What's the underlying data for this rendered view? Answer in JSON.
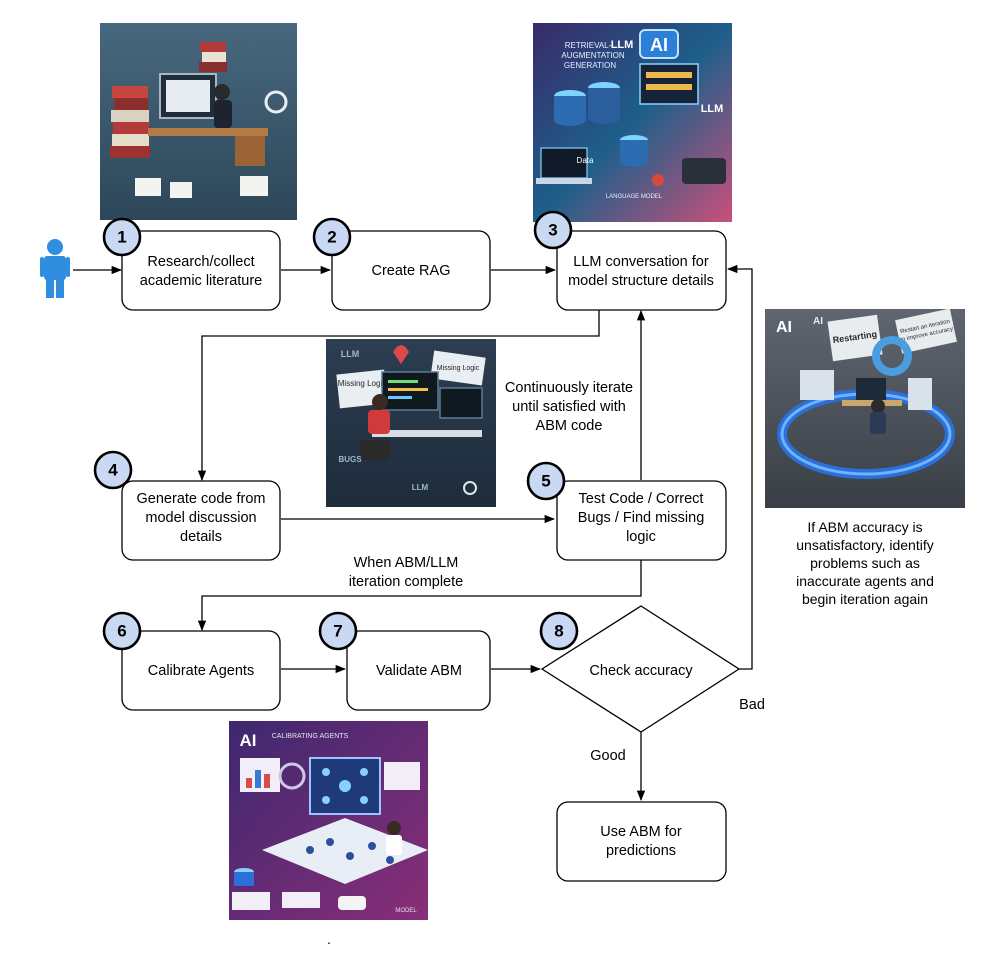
{
  "nodes": {
    "n1": {
      "num": "1",
      "lines": [
        "Research/collect",
        "academic literature"
      ]
    },
    "n2": {
      "num": "2",
      "lines": [
        "Create RAG"
      ]
    },
    "n3": {
      "num": "3",
      "lines": [
        "LLM conversation for",
        "model structure details"
      ]
    },
    "n4": {
      "num": "4",
      "lines": [
        "Generate code from",
        "model discussion",
        "details"
      ]
    },
    "n5": {
      "num": "5",
      "lines": [
        "Test Code / Correct",
        "Bugs / Find missing",
        "logic"
      ]
    },
    "n6": {
      "num": "6",
      "lines": [
        "Calibrate Agents"
      ]
    },
    "n7": {
      "num": "7",
      "lines": [
        "Validate ABM"
      ]
    },
    "n8": {
      "num": "8",
      "lines": [
        "Check accuracy"
      ]
    },
    "n9": {
      "lines": [
        "Use ABM for",
        "predictions"
      ]
    }
  },
  "edge_labels": {
    "iterate": [
      "Continuously iterate",
      "until satisfied with",
      "ABM code"
    ],
    "complete": [
      "When ABM/LLM",
      "iteration complete"
    ],
    "good": "Good",
    "bad": "Bad"
  },
  "note": [
    "If ABM accuracy  is",
    "unsatisfactory, identify",
    "problems such as",
    "inaccurate agents and",
    "begin iteration again"
  ],
  "illustrations": {
    "top_left": {
      "texts": []
    },
    "top_right": {
      "texts": [
        "RETRIEVAL-",
        "AUGMENTATION",
        "GENERATION",
        "AI",
        "LLM",
        "Data",
        "LANGUAGE MODEL"
      ]
    },
    "middle": {
      "texts": [
        "LLM",
        "Missing Logic",
        "Missing Logic",
        "BUGS"
      ]
    },
    "right": {
      "texts": [
        "AI",
        "AI",
        "Restarting",
        "Restart an iteration",
        "to improve accuracy"
      ]
    },
    "bottom": {
      "texts": [
        "AI",
        "CALIBRATING AGENTS",
        "MODEL"
      ]
    }
  },
  "footer_mark": ".",
  "colors": {
    "badge_fill": "#c9d9f3",
    "person": "#2f8ee0"
  }
}
